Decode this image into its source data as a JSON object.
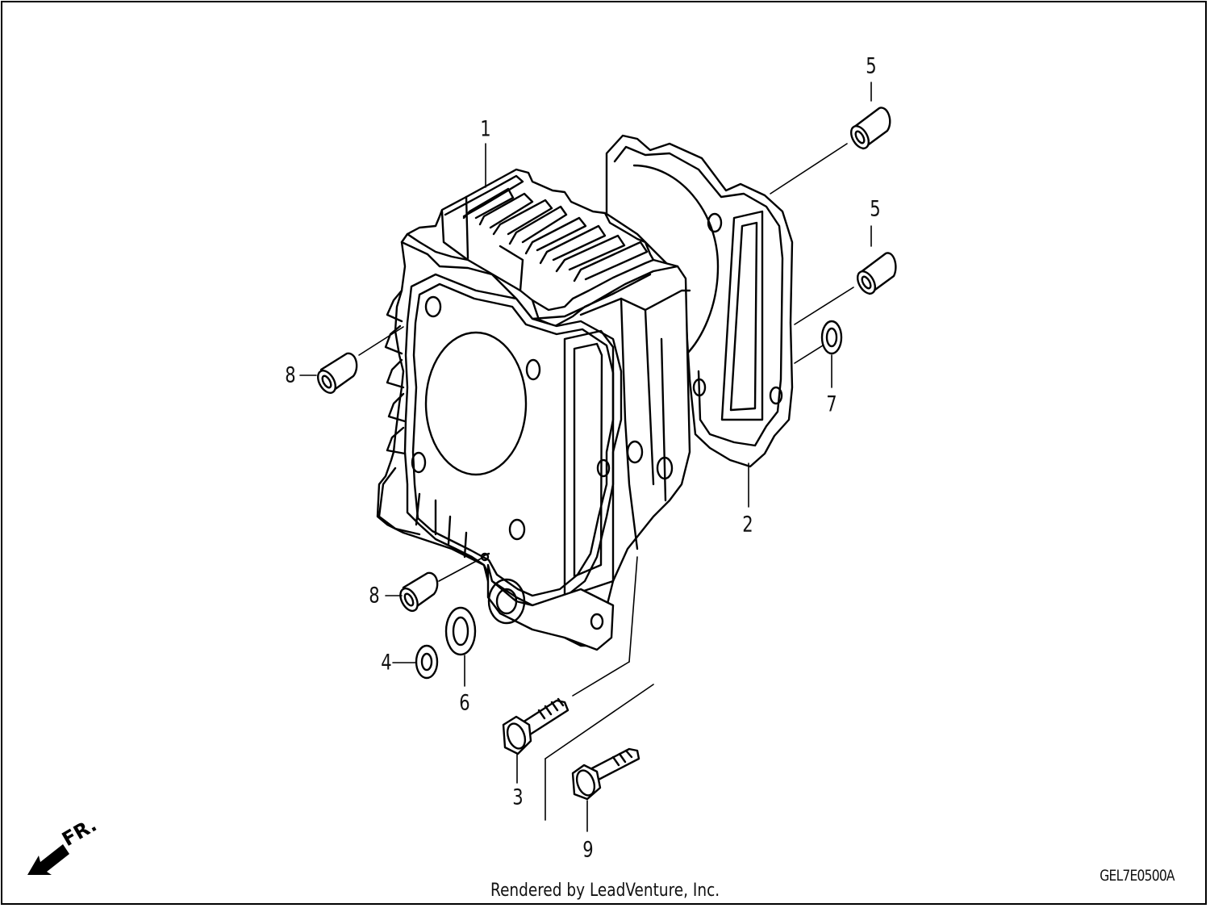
{
  "callouts": {
    "c1": "1",
    "c2": "2",
    "c3": "3",
    "c4": "4",
    "c5a": "5",
    "c5b": "5",
    "c6": "6",
    "c7": "7",
    "c8a": "8",
    "c8b": "8",
    "c9": "9"
  },
  "direction_marker": "FR.",
  "diagram_code": "GEL7E0500A",
  "credit": "Rendered by LeadVenture, Inc."
}
